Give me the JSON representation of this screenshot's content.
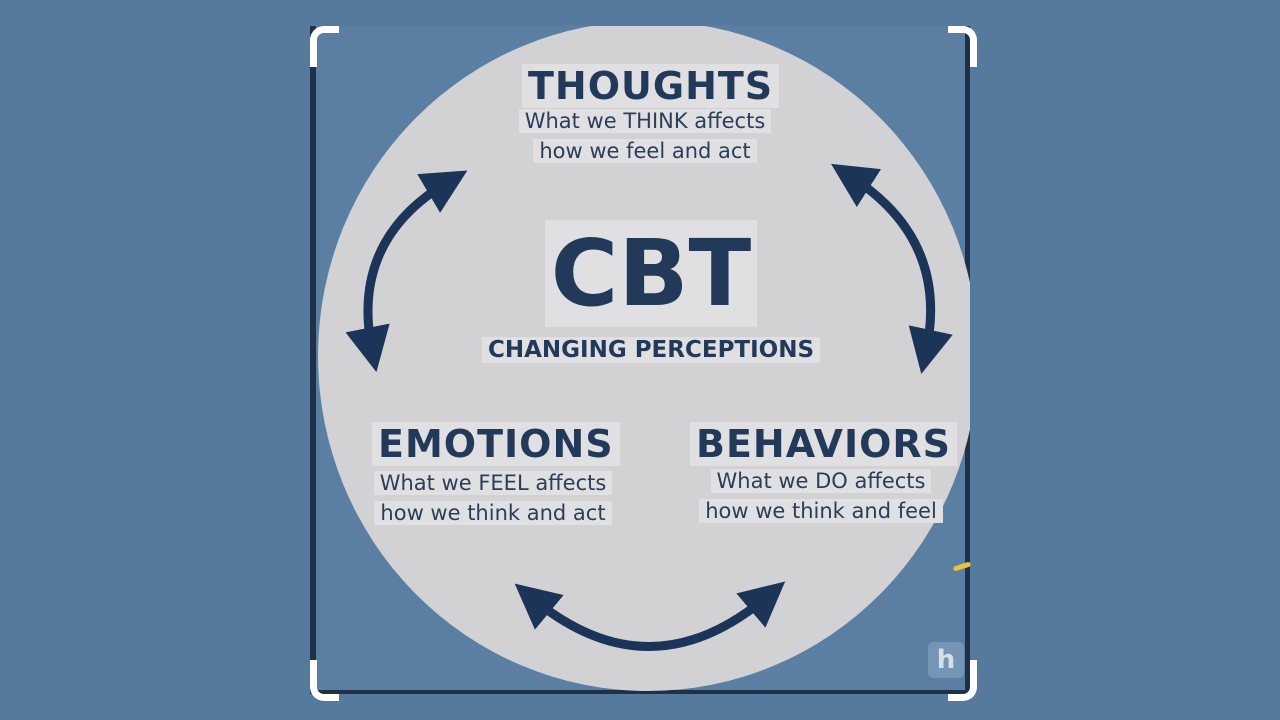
{
  "diagram": {
    "center": {
      "title": "CBT",
      "subtitle": "CHANGING PERCEPTIONS"
    },
    "thoughts": {
      "title": "THOUGHTS",
      "line1": "What we THINK affects",
      "line2": "how we feel and act"
    },
    "emotions": {
      "title": "EMOTIONS",
      "line1": "What we FEEL affects",
      "line2": "how we think and act"
    },
    "behaviors": {
      "title": "BEHAVIORS",
      "line1": "What we DO affects",
      "line2": "how we think and feel"
    }
  },
  "colors": {
    "background": "#557a9e",
    "circle": "#d2d2d4",
    "text": "#22395a",
    "arrow": "#1b3457"
  },
  "icons": [
    "double-arrow-icon",
    "watermark-logo-icon"
  ]
}
